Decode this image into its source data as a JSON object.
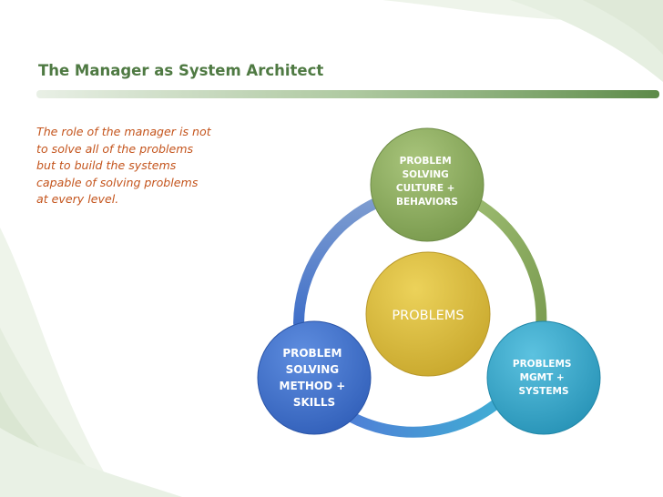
{
  "slide": {
    "title": "The Manager as System Architect",
    "body_lines": [
      "The role of the manager is not",
      "to solve all of the problems",
      "but to build the systems",
      "capable of solving problems",
      "at every level."
    ]
  },
  "diagram": {
    "center": {
      "label": "PROBLEMS"
    },
    "top": {
      "lines": [
        "PROBLEM",
        "SOLVING",
        "CULTURE +",
        "BEHAVIORS"
      ]
    },
    "right": {
      "lines": [
        "PROBLEMS",
        "MGMT +",
        "SYSTEMS"
      ]
    },
    "left": {
      "lines": [
        "PROBLEM",
        "SOLVING",
        "METHOD +",
        "SKILLS"
      ]
    }
  },
  "colors": {
    "title": "#4f7a43",
    "body_text": "#c4541c",
    "top_circle": "#8aac5c",
    "right_circle": "#31a6c9",
    "left_circle": "#3f6fc9",
    "center_circle": "#d9bb3a"
  }
}
